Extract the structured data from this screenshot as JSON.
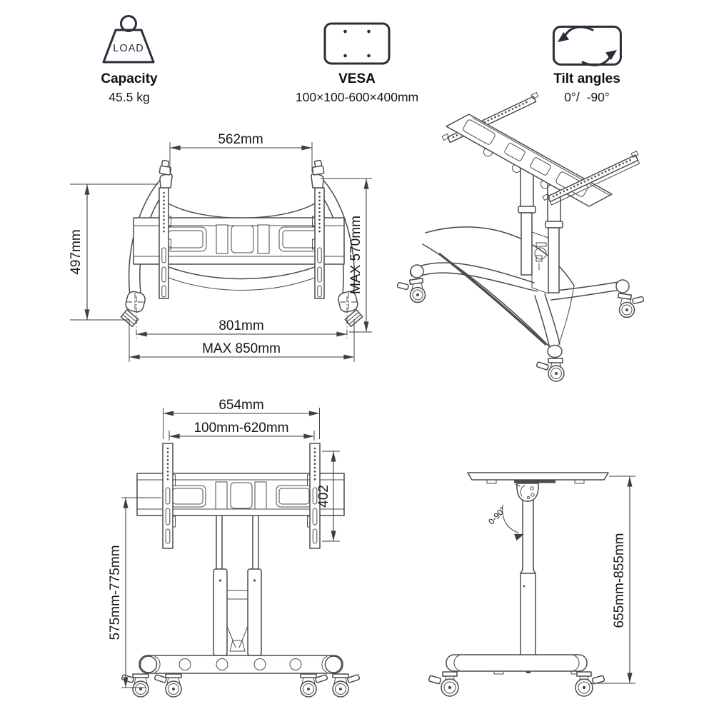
{
  "colors": {
    "background": "#ffffff",
    "line": "#4a4a50",
    "icon": "#2c2c3a",
    "text": "#17171a"
  },
  "specs": [
    {
      "icon": "load-weight-icon",
      "icon_text": "LOAD",
      "label": "Capacity",
      "value": "45.5 kg"
    },
    {
      "icon": "vesa-hole-pattern-icon",
      "label": "VESA",
      "value": "100×100-600×400mm"
    },
    {
      "icon": "tilt-rotation-arrows-icon",
      "label": "Tilt angles",
      "value": "0°/  -90°"
    }
  ],
  "drawings": {
    "bracket_front": {
      "dim_top_width": "562mm",
      "dim_left_height": "497mm",
      "dim_right_height": "MAX 570mm",
      "dim_bottom_width": "801mm",
      "dim_bottom_max_width": "MAX 850mm"
    },
    "cart_front": {
      "dim_top_width": "654mm",
      "dim_adjustable_width": "100mm-620mm",
      "dim_bracket_height": "402",
      "dim_height_range": "575mm-775mm"
    },
    "cart_side": {
      "dim_height_range": "655mm-855mm",
      "tilt_label": "0-90°"
    }
  }
}
